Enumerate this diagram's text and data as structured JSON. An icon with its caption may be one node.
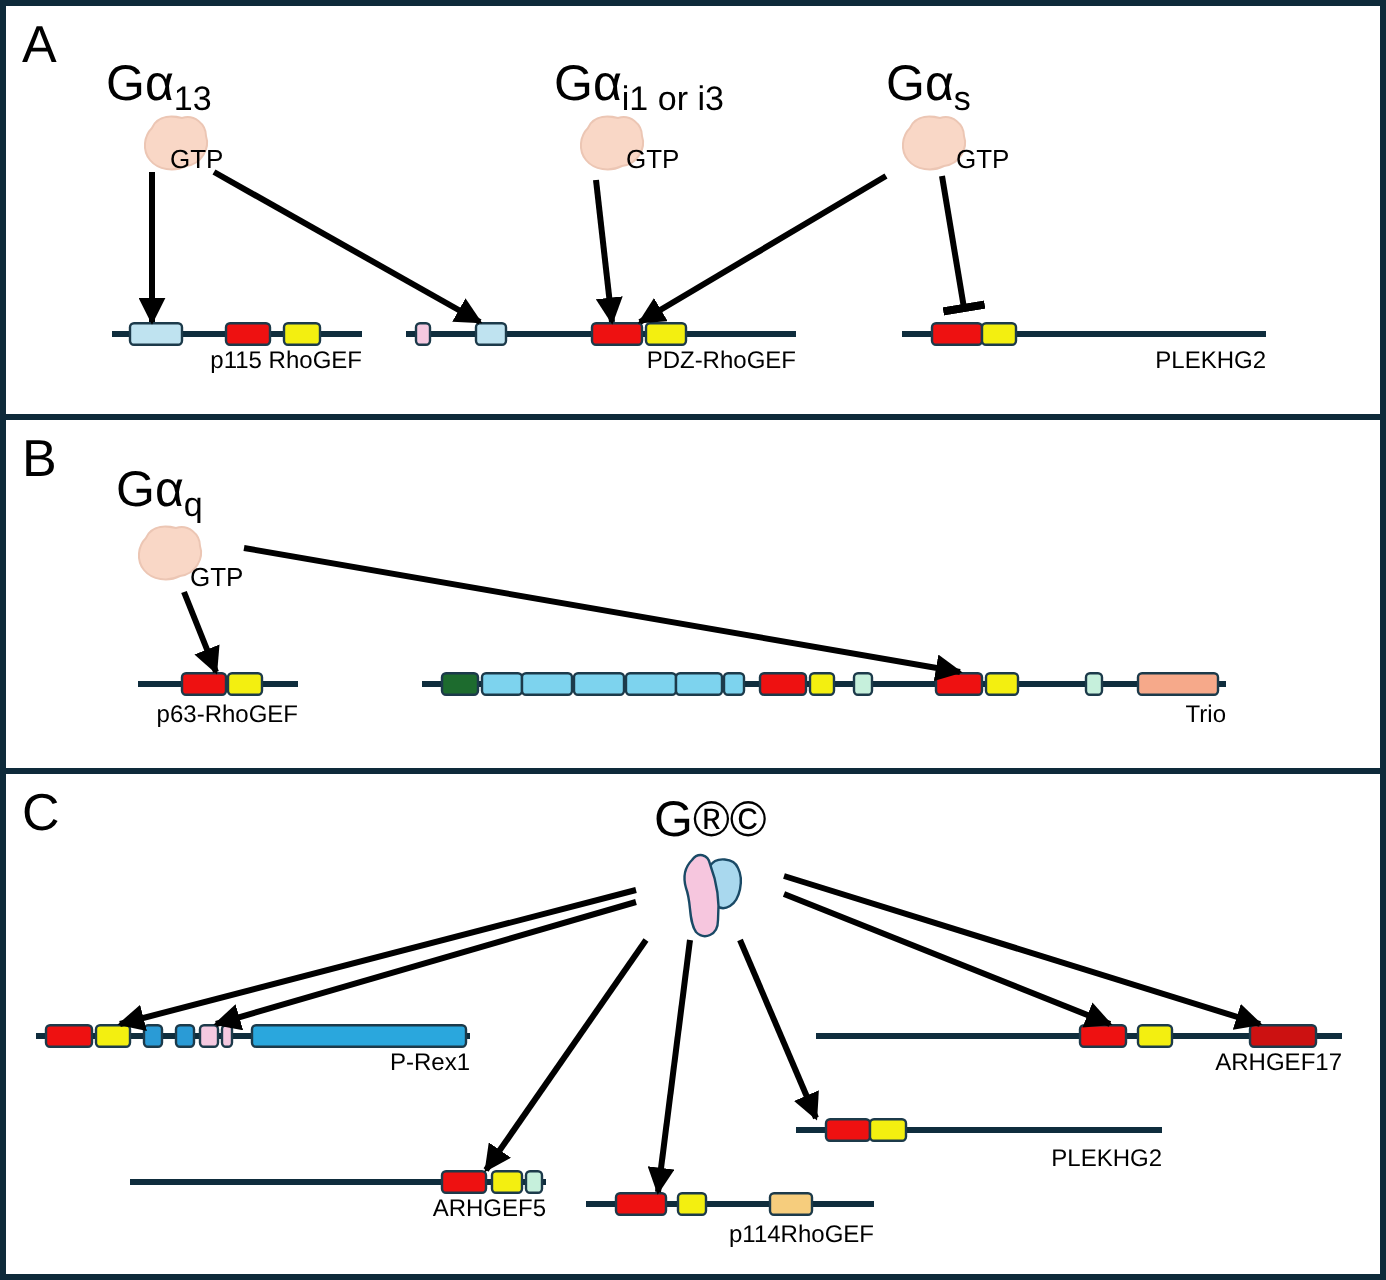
{
  "diagram": {
    "nodes": [
      {
        "text": [
          "A"
        ]
      },
      {
        "text": [
          "Gα$_{13}$",
          "GTP"
        ],
        "in": 0
      },
      {
        "text": [
          "Gα$_{i1 or i3}$",
          "GTP"
        ],
        "in": 0
      },
      {
        "text": [
          "Gα$_{s}$",
          "GTP"
        ],
        "in": 0
      },
      {
        "text": [
          "p115 RhoGEF"
        ],
        "in": 0
      },
      {
        "text": [
          "PDZ-RhoGEF"
        ],
        "in": 0
      },
      {
        "text": [
          "PLEKHG2"
        ],
        "in": 0
      },
      {
        "text": [
          "B"
        ]
      },
      {
        "text": [
          "Gα$_{q}$",
          "GTP"
        ],
        "in": 7
      },
      {
        "text": [
          "p63-RhoGEF"
        ],
        "in": 7
      },
      {
        "text": [
          "Trio"
        ],
        "in": 7
      },
      {
        "text": [
          "C"
        ]
      },
      {
        "text": [
          "G®©"
        ],
        "in": 11
      },
      {
        "text": [
          "P-Rex1"
        ],
        "in": 11
      },
      {
        "text": [
          "ARHGEF5"
        ],
        "in": 11
      },
      {
        "text": [
          "p114RhoGEF"
        ],
        "in": 11
      },
      {
        "text": [
          "PLEKHG2"
        ],
        "in": 11
      },
      {
        "text": [
          "ARHGEF17"
        ],
        "in": 11
      }
    ],
    "edges": [
      {
        "from": 1,
        "to": 4,
        "arrow": "to"
      },
      {
        "from": 1,
        "to": 5,
        "arrow": "to"
      },
      {
        "from": 2,
        "to": 5,
        "arrow": "to"
      },
      {
        "from": 3,
        "to": 5,
        "arrow": "to"
      },
      {
        "from": 3,
        "to": 6,
        "arrow": "other"
      },
      {
        "from": 8,
        "to": 9,
        "arrow": "to"
      },
      {
        "from": 8,
        "to": 10,
        "arrow": "to"
      },
      {
        "from": 12,
        "to": 13,
        "arrow": "to"
      },
      {
        "from": 12,
        "to": 13,
        "arrow": "to"
      },
      {
        "from": 12,
        "to": 14,
        "arrow": "to"
      },
      {
        "from": 12,
        "to": 15,
        "arrow": "to"
      },
      {
        "from": 12,
        "to": 16,
        "arrow": "to"
      },
      {
        "from": 12,
        "to": 17,
        "arrow": "to"
      },
      {
        "from": 12,
        "to": 17,
        "arrow": "to"
      }
    ]
  }
}
